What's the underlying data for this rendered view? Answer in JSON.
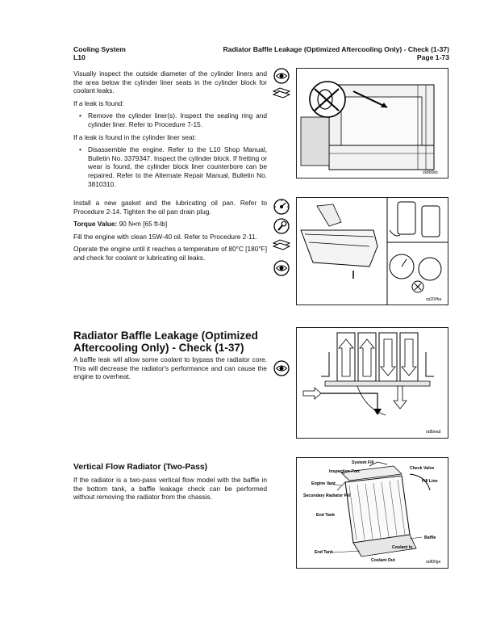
{
  "header": {
    "section": "Cooling System",
    "engine": "L10",
    "title": "Radiator Baffle Leakage (Optimized Aftercooling Only) - Check (1-37)",
    "page": "Page 1-73"
  },
  "block1": {
    "intro": "Visually inspect the outside diameter of the cylinder liners and the area below the cylinder liner seats in the cylinder block for coolant leaks.",
    "cond1": "If a leak is found:",
    "bullet1": "Remove the cylinder liner(s). Inspect the sealing ring and cylinder liner. Refer to Procedure 7-15.",
    "cond2": "If a leak is found in the cylinder liner seat:",
    "bullet2": "Disassemble the engine. Refer to the L10 Shop Manual, Bulletin No. 3379347. Inspect the cylinder block. If fretting or wear is found, the cylinder block liner counterbore can be repaired. Refer to the Alternate Repair Manual, Bulletin No. 3810310.",
    "figure_code": "ck800kb"
  },
  "block2": {
    "install": "Install a new gasket and the lubricating oil pan. Refer to Procedure 2-14. Tighten the oil pan drain plug.",
    "torque_label": "Torque Value:",
    "torque_value": "90 N•m   [65 ft-lb]",
    "fill": "Fill the engine with clean 15W-40 oil. Refer to Procedure 2-11.",
    "operate": "Operate the engine until it reaches a temperature of 80°C [180°F] and check for coolant or lubricating oil leaks.",
    "figure_code": "cp200ha"
  },
  "block3": {
    "title": "Radiator Baffle Leakage (Optimized Aftercooling Only) - Check (1-37)",
    "text": "A baffle leak will allow some coolant to bypass the radiator core. This will decrease the radiator's performance and can cause the engine to overheat.",
    "figure_code": "ra8bead"
  },
  "block4": {
    "title": "Vertical Flow Radiator (Two-Pass)",
    "text": "If the radiator is a two-pass vertical flow model with the baffle in the bottom tank, a baffle leakage check can be performed without removing the radiator from the chassis.",
    "figure_code": "ra800ge",
    "labels": {
      "system_fill": "System Fill",
      "inspection_port": "Inspection Port",
      "engine_vent": "Engine Vent",
      "secondary_fill": "Secondary Radiator Fill",
      "end_tank_top": "End Tank",
      "check_valve": "Check Valve",
      "fill_line": "Fill Line",
      "baffle": "Baffle",
      "coolant_in": "Coolant In",
      "end_tank_bottom": "End Tank",
      "coolant_out": "Coolant Out"
    }
  },
  "icons": [
    "inspect-eye-icon",
    "replace-part-icon",
    "measure-gauge-icon",
    "wrench-icon",
    "add-fluid-icon"
  ]
}
